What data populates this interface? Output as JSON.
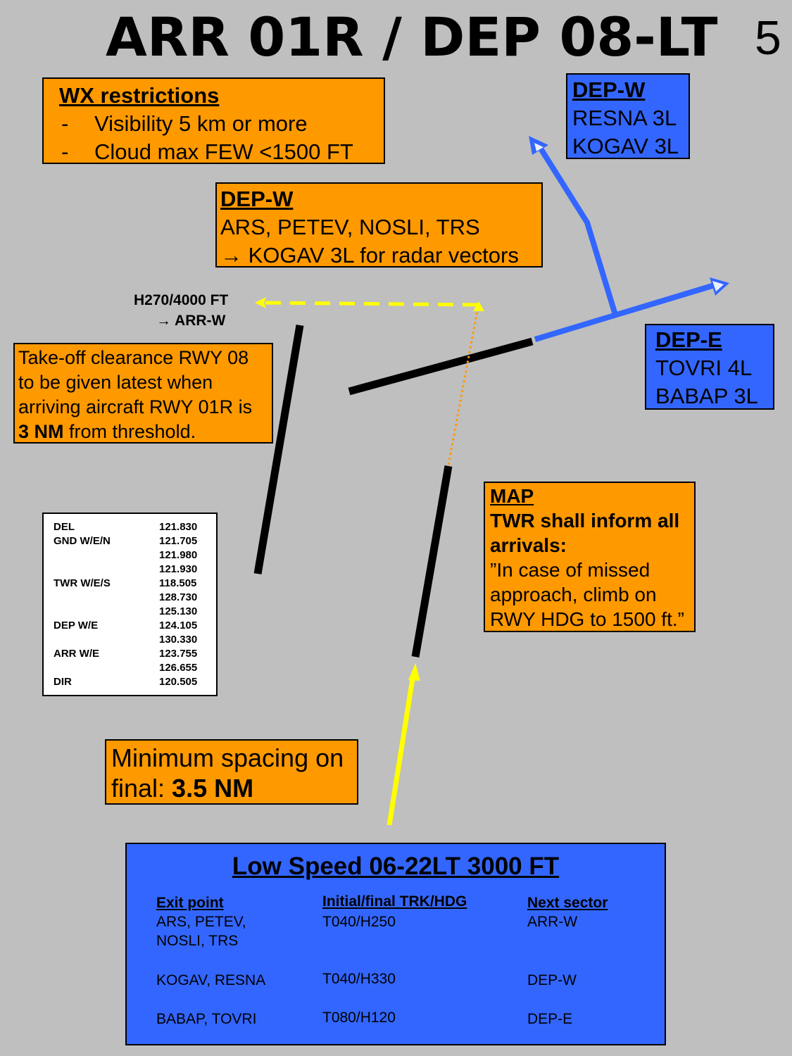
{
  "title": "ARR 01R / DEP 08-LT",
  "page_number": "5",
  "wx_restrictions": {
    "heading": "WX restrictions",
    "items": [
      {
        "dash": "-",
        "text": "Visibility 5 km or more"
      },
      {
        "dash": "-",
        "text": "Cloud max FEW <1500 FT"
      }
    ]
  },
  "dep_w_orange": {
    "heading": "DEP-W",
    "line1": "ARS, PETEV, NOSLI, TRS",
    "line2": "→ KOGAV 3L for radar vectors"
  },
  "dep_w_blue": {
    "heading": "DEP-W",
    "line1": "RESNA 3L",
    "line2": "KOGAV 3L"
  },
  "dep_e_blue": {
    "heading": "DEP-E",
    "line1": "TOVRI 4L",
    "line2": "BABAP 3L"
  },
  "go_around": {
    "line1": "H270/4000 FT",
    "line2": "→ ARR-W"
  },
  "takeoff_note": {
    "line1": "Take-off clearance RWY 08",
    "line2": "to be given latest when",
    "line3": "arriving aircraft RWY 01R is",
    "line4_bold": "3 NM",
    "line4_rest": " from threshold."
  },
  "map_box": {
    "heading": "MAP",
    "bold1": "TWR shall inform all",
    "bold2": "arrivals:",
    "line1": "”In case of missed",
    "line2": "approach, climb on",
    "line3": "RWY HDG to 1500 ft.”"
  },
  "min_spacing": {
    "line1": "Minimum spacing on",
    "line2_prefix": "final: ",
    "line2_bold": "3.5 NM"
  },
  "frequencies": [
    {
      "label": "DEL",
      "value": "121.830"
    },
    {
      "label": "GND W/E/N",
      "value": "121.705"
    },
    {
      "label": "",
      "value": "121.980"
    },
    {
      "label": "",
      "value": "121.930"
    },
    {
      "label": "TWR W/E/S",
      "value": "118.505"
    },
    {
      "label": "",
      "value": "128.730"
    },
    {
      "label": "",
      "value": "125.130"
    },
    {
      "label": "DEP W/E",
      "value": "124.105"
    },
    {
      "label": "",
      "value": "130.330"
    },
    {
      "label": "ARR W/E",
      "value": "123.755"
    },
    {
      "label": "",
      "value": "126.655"
    },
    {
      "label": "DIR",
      "value": "120.505"
    }
  ],
  "low_speed": {
    "heading": "Low Speed 06-22LT  3000 FT",
    "col_headers": [
      "Exit point",
      "Initial/final TRK/HDG",
      "Next sector"
    ],
    "rows": [
      {
        "exit1": "ARS, PETEV,",
        "exit2": "NOSLI, TRS",
        "trk": "T040/H250",
        "next": "ARR-W"
      },
      {
        "exit1": "KOGAV, RESNA",
        "exit2": "",
        "trk": "T040/H330",
        "next": "DEP-W"
      },
      {
        "exit1": "BABAP, TOVRI",
        "exit2": "",
        "trk": "T080/H120",
        "next": "DEP-E"
      }
    ]
  },
  "colors": {
    "background": "#bfbfbf",
    "orange": "#ff9900",
    "blue": "#3366ff",
    "runway": "#000000",
    "arrival_path": "#ffff00",
    "go_around_path": "#ff9900"
  }
}
